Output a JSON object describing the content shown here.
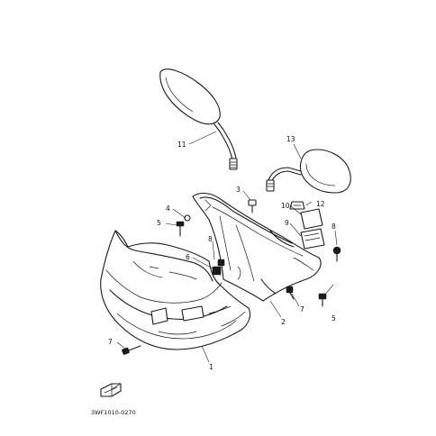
{
  "diagram": {
    "part_code": "3WF1010-0270",
    "callouts": [
      "1",
      "2",
      "3",
      "4",
      "5",
      "5",
      "6",
      "7",
      "7",
      "8",
      "8",
      "9",
      "10",
      "11",
      "12",
      "13"
    ]
  }
}
